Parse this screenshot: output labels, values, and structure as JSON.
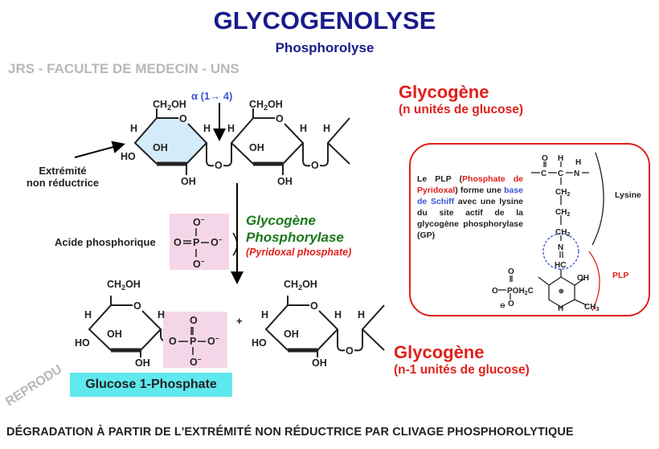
{
  "title": "GLYCOGENOLYSE",
  "subtitle": "Phosphorolyse",
  "bond_label": "α (1→ 4)",
  "extremity_label_1": "Extrémité",
  "extremity_label_2": "non réductrice",
  "acid_label": "Acide phosphorique",
  "enzyme_1": "Glycogène",
  "enzyme_2": "Phosphorylase",
  "cofactor": "(Pyridoxal phosphate)",
  "glycogen_n_title": "Glycogène",
  "glycogen_n_sub": "(n unités de glucose)",
  "glycogen_n1_title": "Glycogène",
  "glycogen_n1_sub": "(n-1 unités de glucose)",
  "product_label": "Glucose 1-Phosphate",
  "plus": "+",
  "plp_box": {
    "t1": "Le PLP (",
    "t2": "Phosphate de Pyridoxal",
    "t3": ") forme une ",
    "t4": "base de Schiff",
    "t5": " avec une lysine du site actif de la glycogène phosphorylase (GP)",
    "lysine": "Lysine",
    "plp": "PLP"
  },
  "atoms": {
    "ch2oh": "CH₂OH",
    "oh": "OH",
    "ho": "HO",
    "h": "H",
    "o": "O",
    "ominus": "O⁻",
    "p": "P",
    "ch2": "CH₂",
    "n": "N",
    "hc": "HC",
    "c": "C",
    "ch3": "CH₃",
    "poh2c": "POH₂C",
    "nh": "H"
  },
  "footer": "DÉGRADATION À PARTIR DE L'EXTRÉMITÉ NON RÉDUCTRICE PAR CLIVAGE PHOSPHOROLYTIQUE",
  "watermark_1": "JRS - FACULTE DE MEDECIN - UNS",
  "watermark_2": "REPRODU",
  "colors": {
    "title": "#1a1a8c",
    "red": "#e0201b",
    "green": "#1a7a1a",
    "blue": "#3a55d8",
    "pink": "#f5d6e8",
    "cyan": "#5fe8ee",
    "ring": "#d4ecf9"
  }
}
